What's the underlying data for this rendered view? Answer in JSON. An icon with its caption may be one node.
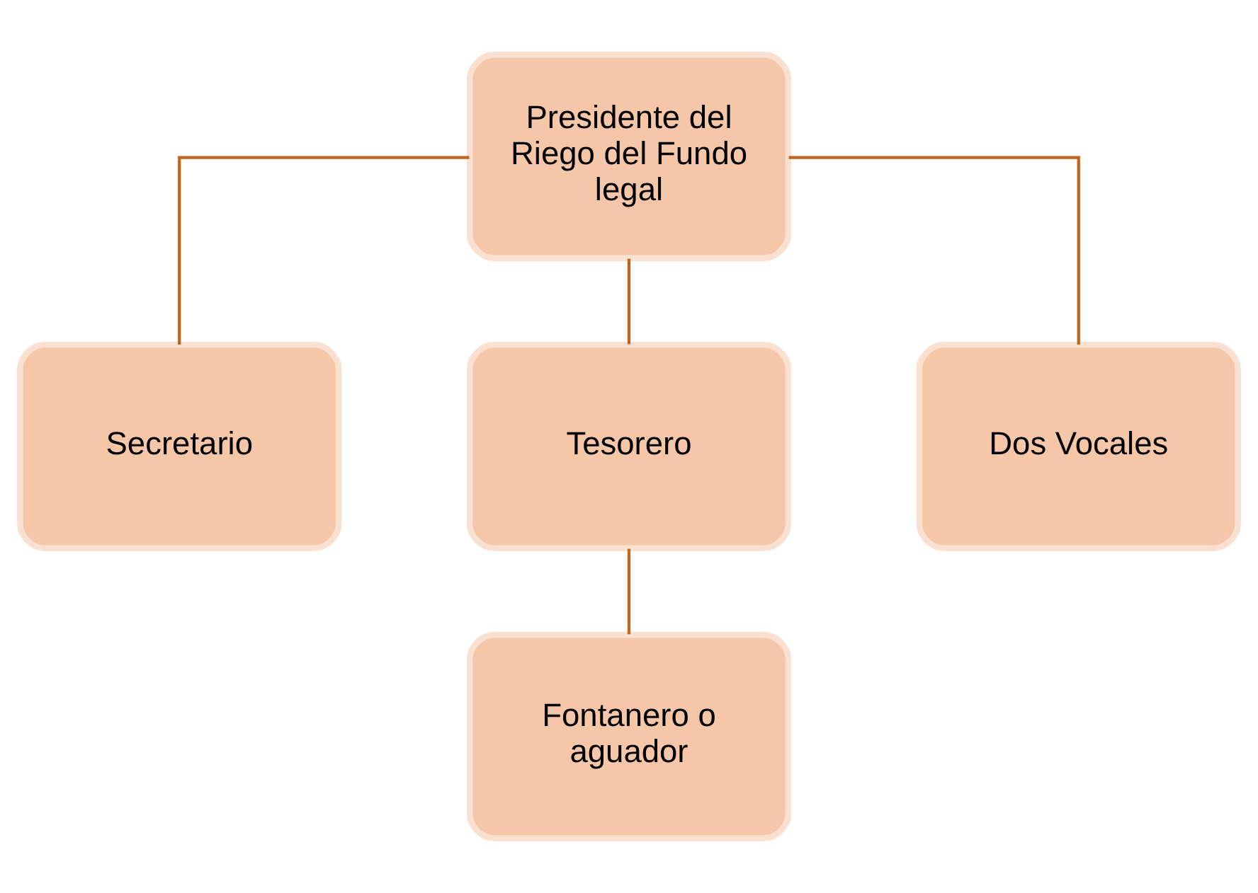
{
  "diagram": {
    "nodes": [
      {
        "text": [
          "Presidente del Riego del Fundo legal"
        ]
      },
      {
        "text": [
          "Secretario"
        ]
      },
      {
        "text": [
          "Tesorero"
        ]
      },
      {
        "text": [
          "Dos Vocales"
        ]
      },
      {
        "text": [
          "Fontanero o aguador"
        ]
      }
    ],
    "edges": [
      {
        "from": 0,
        "to": 1,
        "arrow": "none"
      },
      {
        "from": 0,
        "to": 2,
        "arrow": "none"
      },
      {
        "from": 0,
        "to": 3,
        "arrow": "none"
      },
      {
        "from": 2,
        "to": 4,
        "arrow": "none"
      }
    ]
  }
}
